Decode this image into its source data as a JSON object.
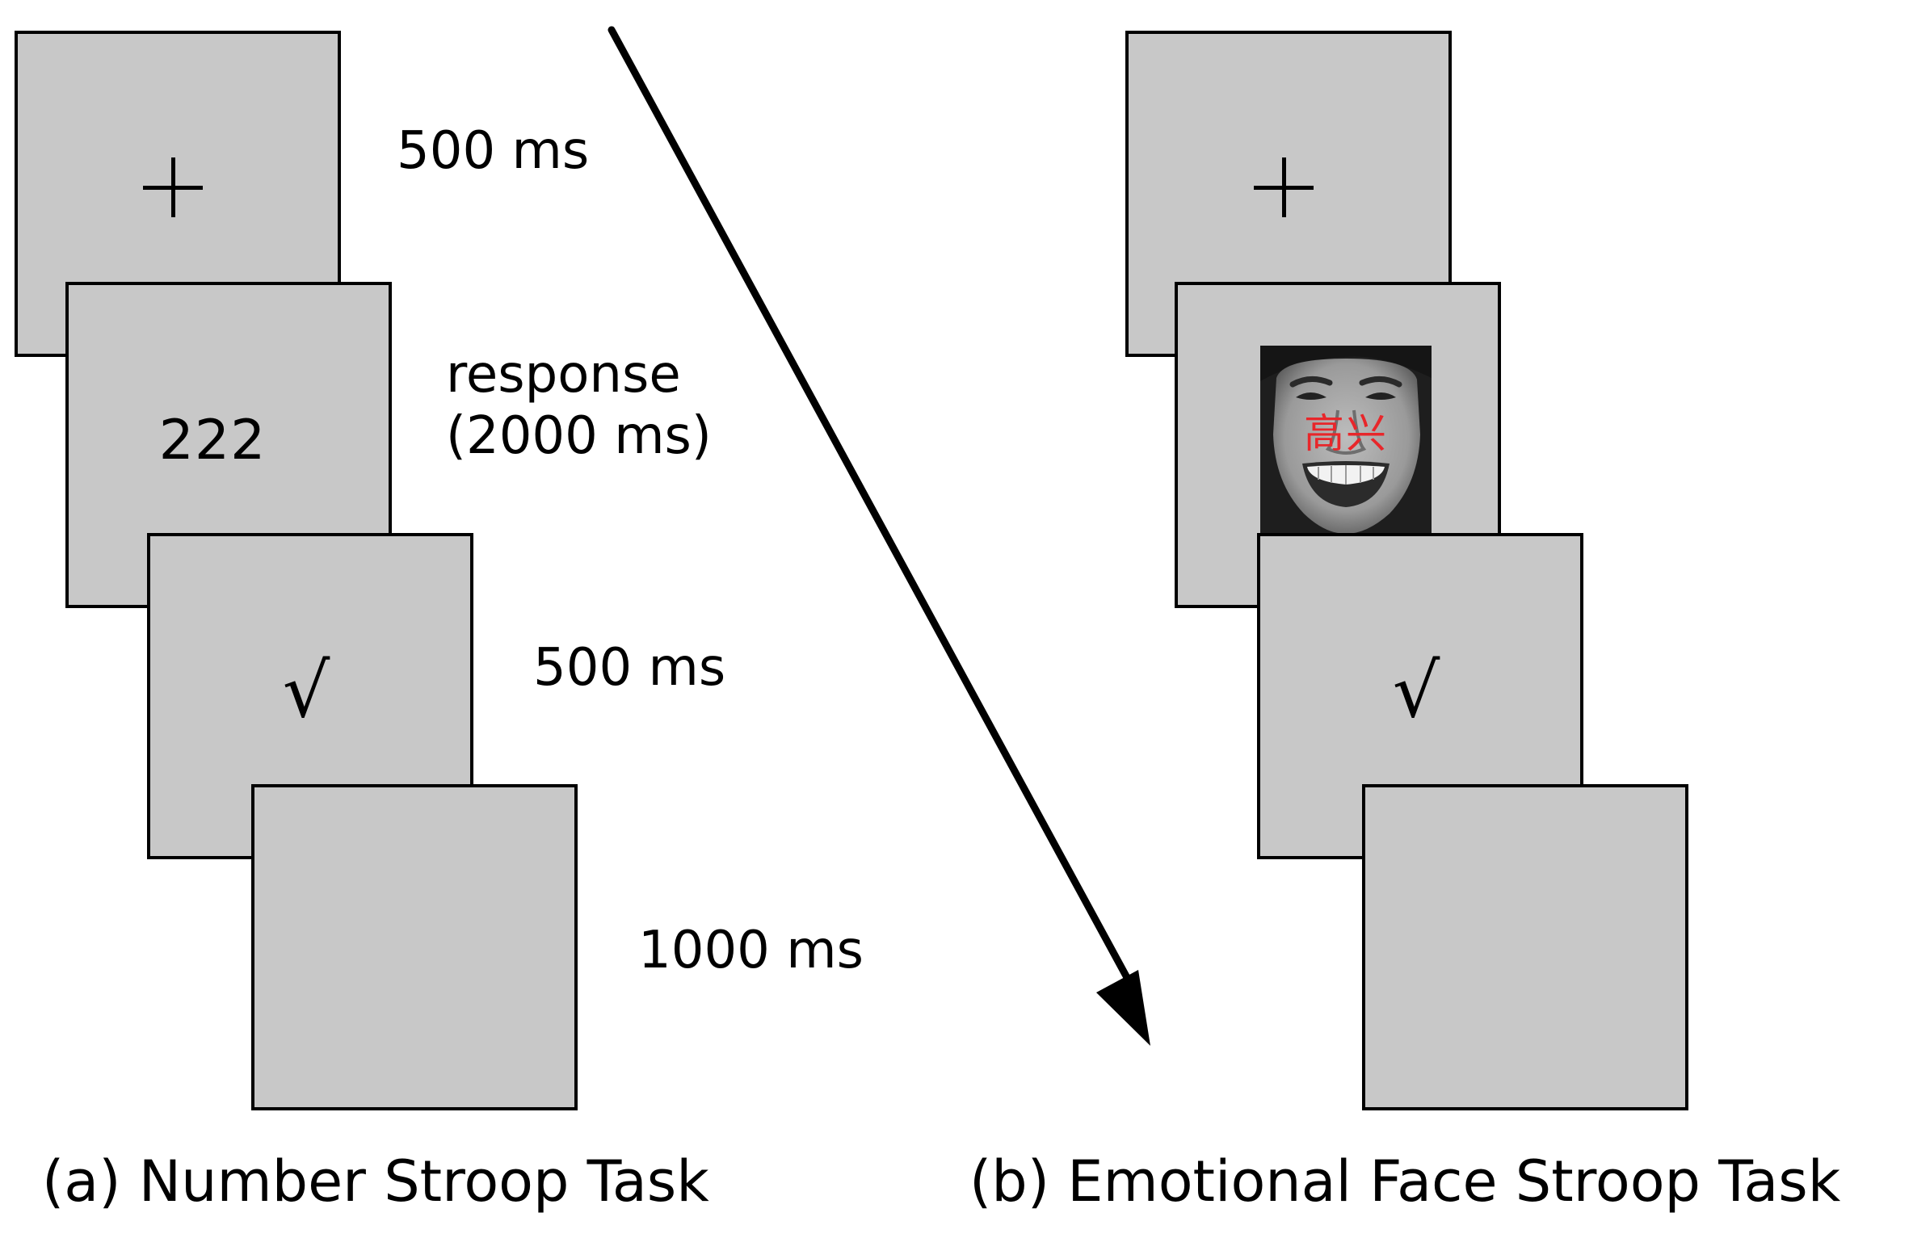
{
  "task_a": {
    "caption": "(a) Number Stroop Task",
    "frames": [
      {
        "content": "+",
        "duration": "500 ms"
      },
      {
        "content": "222",
        "duration_lines": [
          "response",
          "(2000 ms)"
        ]
      },
      {
        "content": "√",
        "duration": "500 ms"
      },
      {
        "content": "",
        "duration": "1000 ms"
      }
    ]
  },
  "task_b": {
    "caption": "(b) Emotional Face Stroop Task",
    "frames": [
      {
        "content": "+"
      },
      {
        "content": "face-image",
        "word": "高兴"
      },
      {
        "content": "√"
      },
      {
        "content": ""
      }
    ]
  },
  "colors": {
    "screen_fill": "#c8c8c8",
    "border": "#000000",
    "word_red": "#e8262a"
  }
}
